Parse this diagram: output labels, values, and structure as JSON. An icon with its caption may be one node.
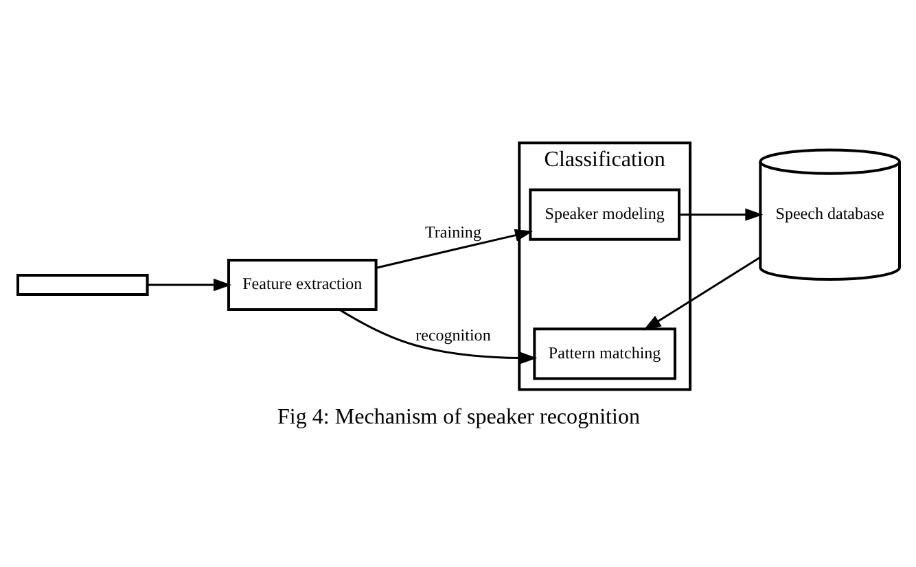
{
  "diagram": {
    "caption": "Fig 4: Mechanism of speaker recognition",
    "nodes": [
      {
        "text": [],
        "shape": "box"
      },
      {
        "text": [
          "Feature extraction"
        ]
      },
      {
        "text": [
          "Classification"
        ]
      },
      {
        "text": [
          "Speaker modeling"
        ],
        "in": 2
      },
      {
        "text": [
          "Pattern matching"
        ],
        "in": 2
      },
      {
        "text": [
          "Speech database"
        ]
      }
    ],
    "edges": [
      {
        "from": 0,
        "to": 1,
        "arrow": "to"
      },
      {
        "from": 1,
        "to": 3,
        "arrow": "to",
        "label": "Training"
      },
      {
        "from": 1,
        "to": 4,
        "arrow": "to",
        "label": "recognition"
      },
      {
        "from": 3,
        "to": 5,
        "arrow": "to"
      },
      {
        "from": 5,
        "to": 4,
        "arrow": "to"
      }
    ]
  }
}
